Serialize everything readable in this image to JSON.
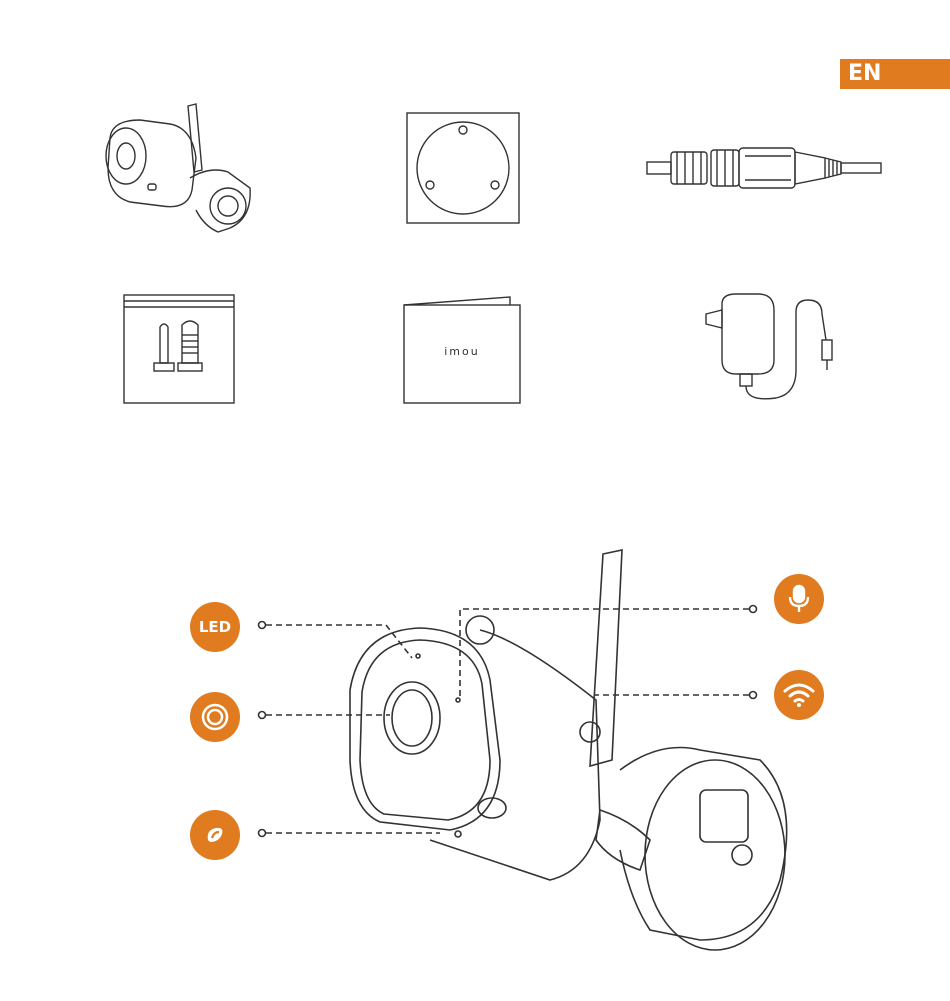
{
  "language_tab": {
    "label": "EN"
  },
  "package_contents": {
    "items": [
      {
        "icon": "camera-icon"
      },
      {
        "icon": "mounting-template-icon"
      },
      {
        "icon": "waterproof-connector-icon"
      },
      {
        "icon": "screw-pack-icon"
      },
      {
        "icon": "quick-start-guide-icon",
        "brand": "imou"
      },
      {
        "icon": "power-adapter-icon"
      }
    ]
  },
  "callouts": {
    "led": {
      "label": "LED",
      "icon": "led-badge"
    },
    "lens": {
      "icon": "lens-icon"
    },
    "reset": {
      "icon": "reset-icon"
    },
    "mic": {
      "icon": "microphone-icon"
    },
    "wifi": {
      "icon": "wifi-icon"
    }
  },
  "colors": {
    "accent": "#e07b1f",
    "line": "#333333"
  }
}
